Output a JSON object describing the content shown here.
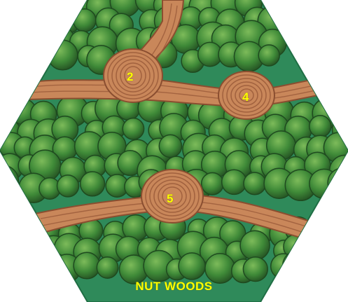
{
  "tile": {
    "name": "NUT WOODS",
    "clearings": [
      {
        "number": "2"
      },
      {
        "number": "4"
      },
      {
        "number": "5"
      }
    ]
  },
  "colors": {
    "ground": "#2f8a5a",
    "ground_edge": "#1f6e44",
    "tree_dark": "#2c6a2c",
    "tree_mid": "#3f8a38",
    "tree_light": "#62a84c",
    "path": "#c9875a",
    "path_line": "#9a5a3a",
    "label": "#ffff00"
  }
}
